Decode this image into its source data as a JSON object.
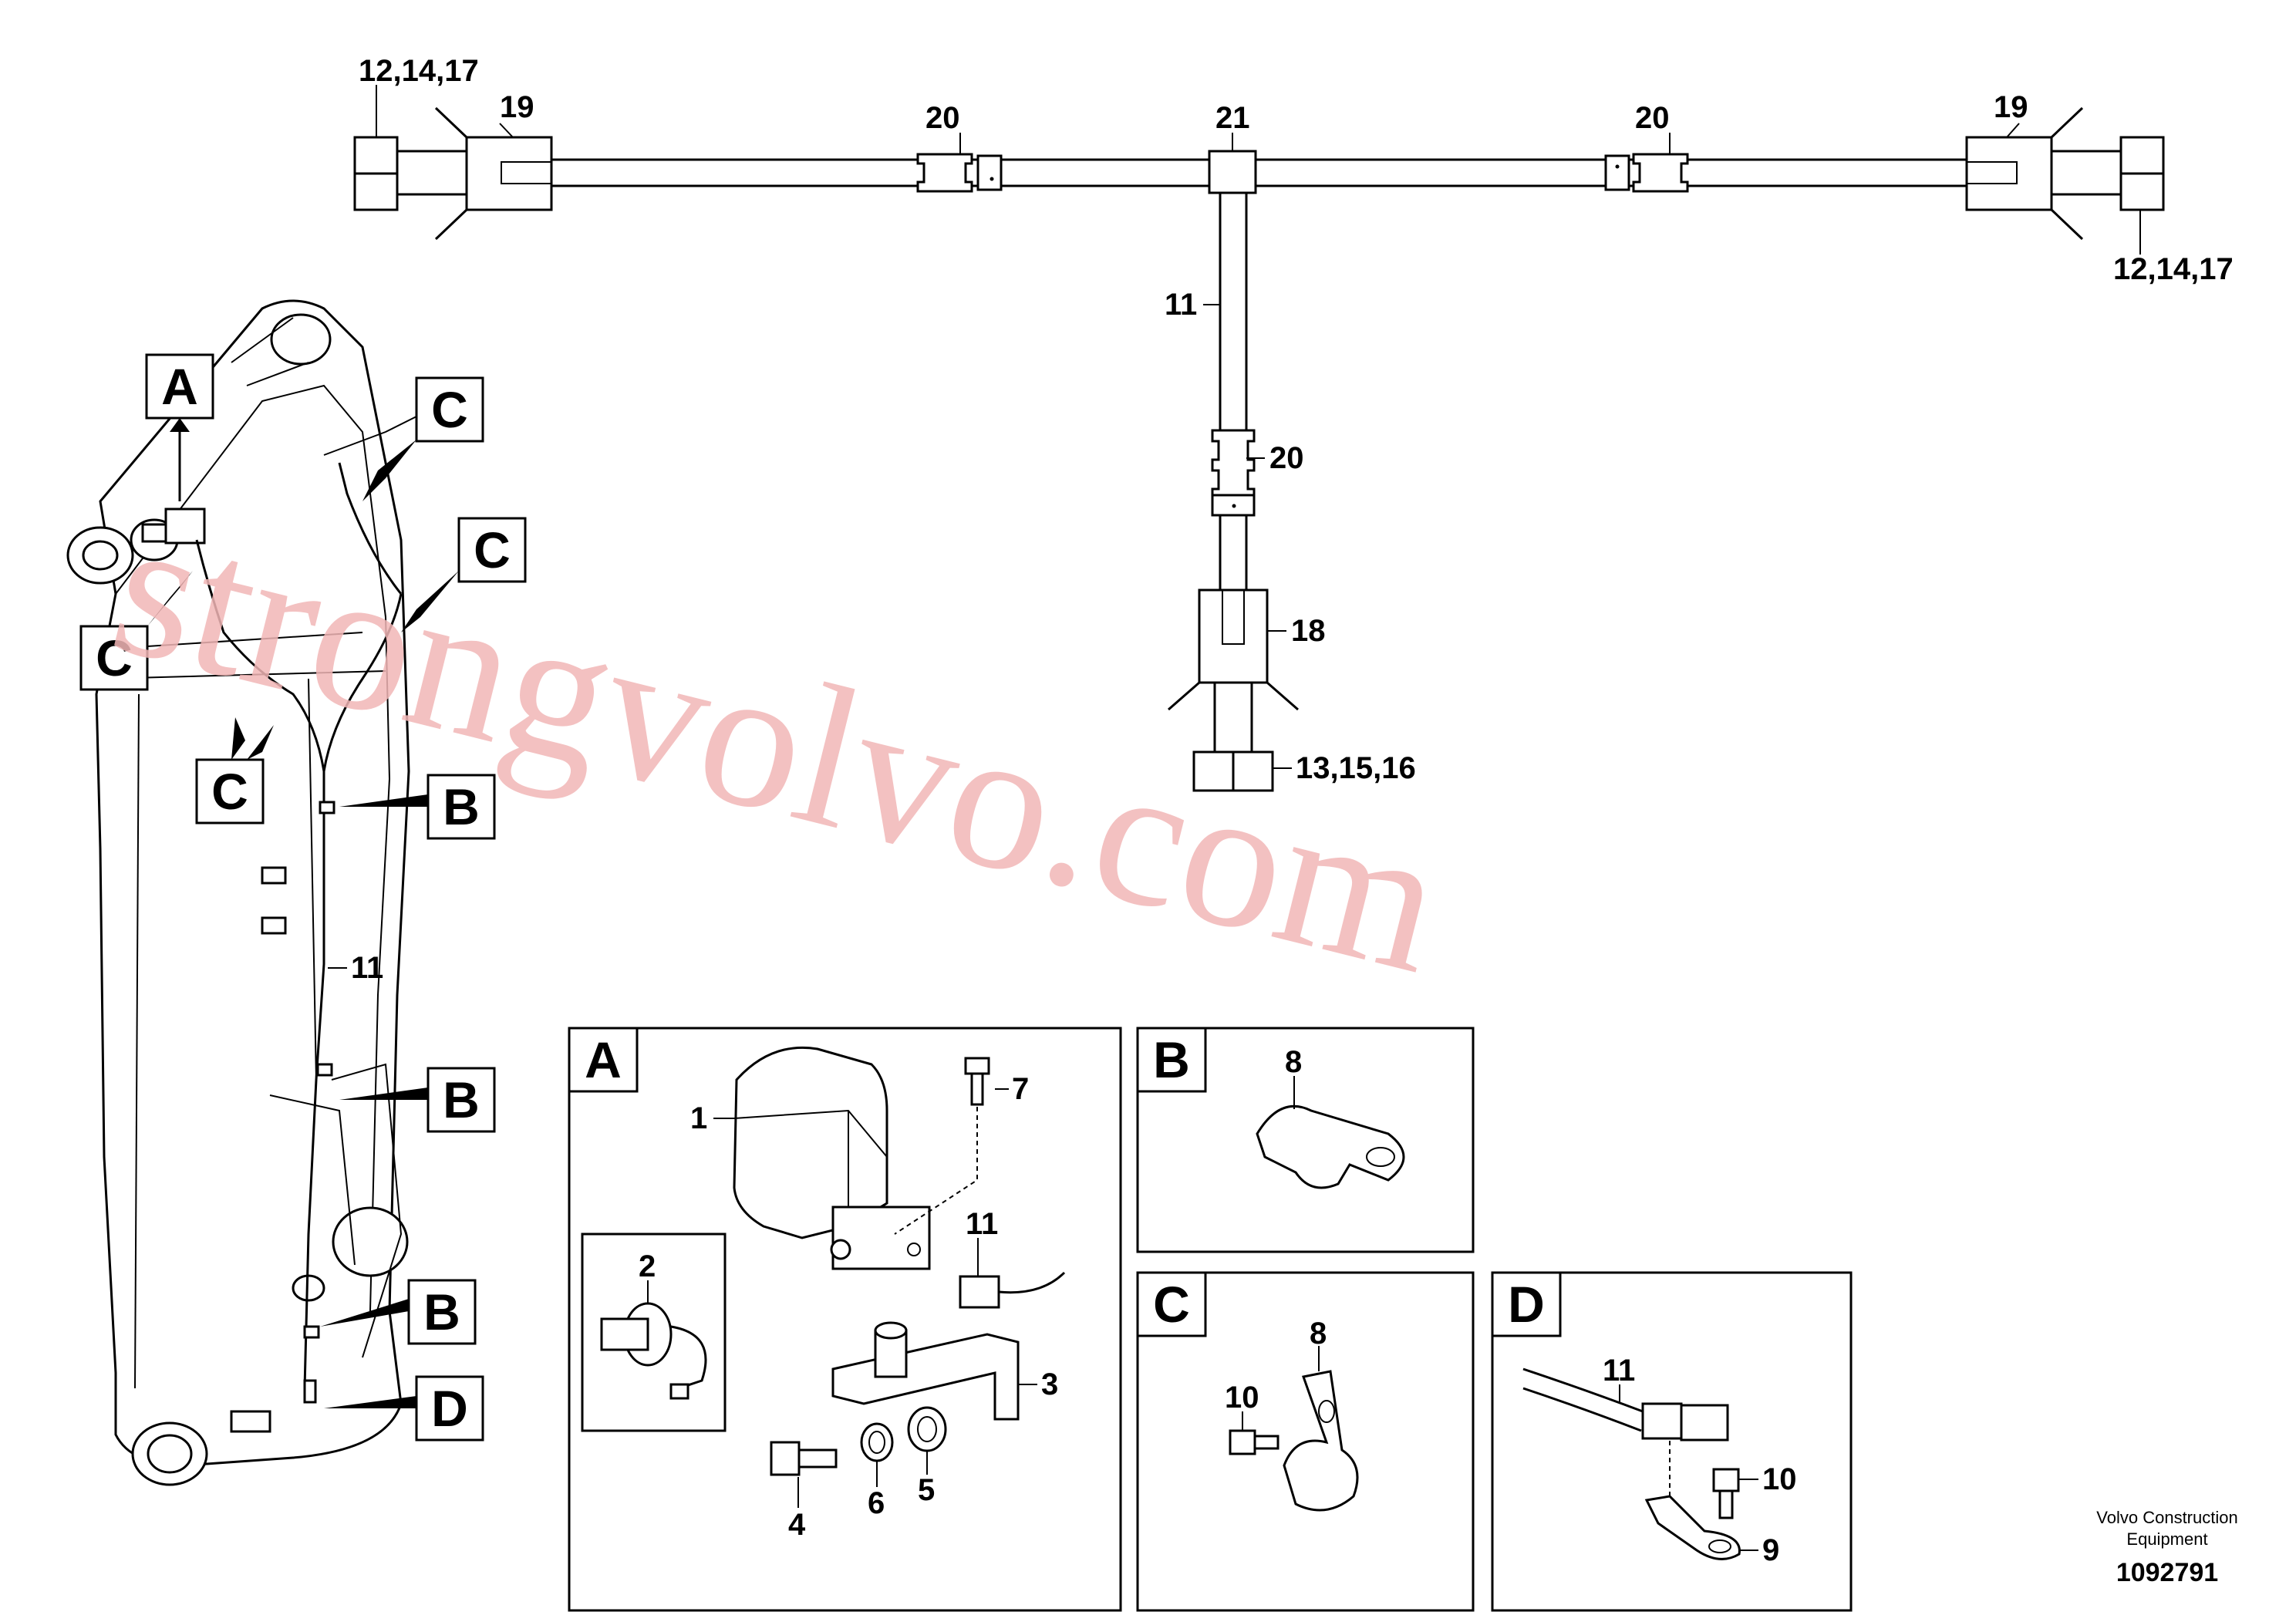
{
  "callouts": {
    "top_left_connector": "12,14,17",
    "top_right_connector": "12,14,17",
    "top_left_plug": "19",
    "top_right_plug": "19",
    "top_left_sleeve": "20",
    "top_right_sleeve": "20",
    "tee": "21",
    "branch_cable": "11",
    "branch_sleeve": "20",
    "branch_plug": "18",
    "branch_connector": "13,15,16",
    "boom_cable": "11"
  },
  "view_letters": {
    "a": "A",
    "b": "B",
    "c": "C",
    "d": "D"
  },
  "detail_a": {
    "title": "A",
    "lamp": "1",
    "bulb": "2",
    "bracket": "3",
    "bolt": "4",
    "washer": "5",
    "lock_washer": "6",
    "screw": "7",
    "cable": "11"
  },
  "detail_b": {
    "title": "B",
    "clamp": "8"
  },
  "detail_c": {
    "title": "C",
    "clamp": "8",
    "screw": "10"
  },
  "detail_d": {
    "title": "D",
    "cable": "11",
    "screw": "10",
    "ground_strap": "9"
  },
  "watermark": "strongvolvo.com",
  "credit": {
    "line1": "Volvo Construction",
    "line2": "Equipment"
  },
  "doc_number": "1092791"
}
